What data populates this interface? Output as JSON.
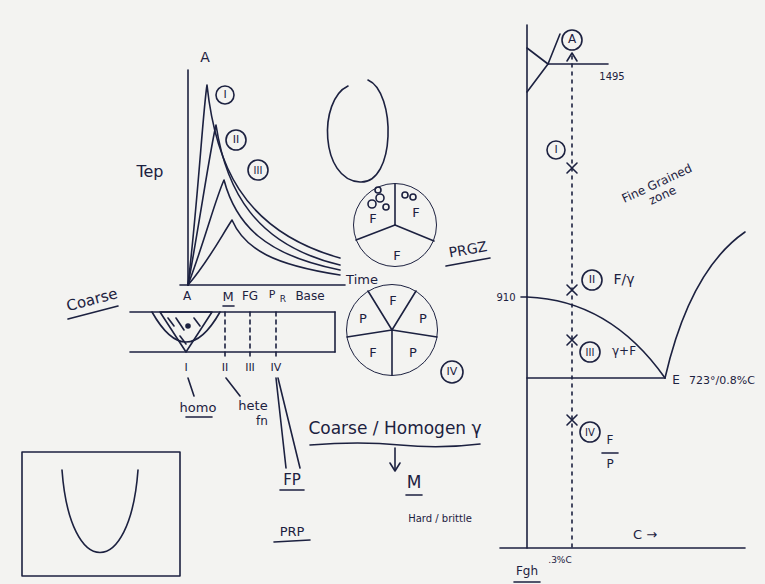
{
  "diagram": {
    "nodes": [
      {
        "text": [
          "F",
          "F",
          "F"
        ]
      },
      {
        "text": [
          "P",
          "F",
          "P",
          "F",
          "P"
        ]
      }
    ],
    "labels": [
      "A",
      "Tep",
      "I",
      "II",
      "III",
      "Coarse",
      "A",
      "M",
      "FG",
      "P",
      "R",
      "Time",
      "Base",
      "I",
      "II",
      "III",
      "IV",
      "homo",
      "hete",
      "fn",
      "FP",
      "PRP",
      "Coarse / Homogen γ",
      "M",
      "Hard / brittle",
      "PRGZ",
      "IV",
      "A",
      "I",
      "1495",
      "910",
      "II",
      "F/γ",
      "Fine Grained zone",
      "III",
      "γ+F",
      "E",
      "723°/0.8%C",
      "IV",
      "F",
      "P",
      ".3%C",
      "C →",
      "Fgh"
    ]
  }
}
